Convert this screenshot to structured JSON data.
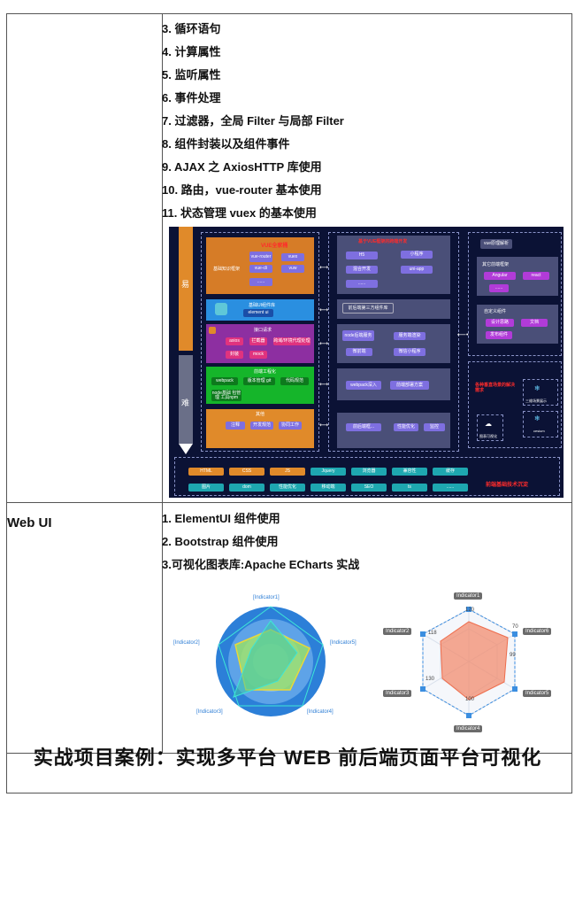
{
  "vue_items": [
    "3. 循环语句",
    "4. 计算属性",
    "5. 监听属性",
    "6. 事件处理",
    "7. 过滤器，全局 Filter 与局部 Filter",
    "8. 组件封装以及组件事件",
    "9. AJAX 之 AxiosHTTP 库使用",
    "10. 路由，vue-router 基本使用",
    "11. 状态管理 vuex 的基本使用"
  ],
  "roadmap": {
    "arrow_easy": "易",
    "arrow_hard": "难",
    "vue_family": "VUE全家桶",
    "vue_basic": "基础知识框架",
    "vue_chips": [
      "vue-router",
      "vuex",
      "vue-cli",
      "vuw",
      "......"
    ],
    "ui_title": "基础UI组件库",
    "ui_chip": "element ui",
    "api_title": "接口请求",
    "api_chips": [
      "axios",
      "拦截器",
      "跨域/环境代理处理",
      "封装",
      "mock"
    ],
    "build_title": "前端工程化",
    "build_chips": [
      "webpack",
      "版本管理 git",
      "代码规范",
      "node基础 包管理 工具npm"
    ],
    "other_title": "其他",
    "other_chips": [
      "注释",
      "开发规范",
      "协同工作"
    ],
    "mid_title": "基于VUE框架的跨端开发",
    "mid_chips": [
      "H5",
      "小程序",
      "混合开发",
      "uni-app",
      "......"
    ],
    "mid_third": "前后端第三方组件库",
    "mid_node": [
      "node后端服务",
      "服务端渲染",
      "微前端",
      "微信小程序"
    ],
    "mid_pack": [
      "webpack深入",
      "前端部署方案"
    ],
    "mid_more": [
      "前后端框...",
      "性能优化",
      "监控"
    ],
    "right_title": "vue原理解析",
    "right_sub1": "其它前端框架",
    "right_chips1": [
      "Angular",
      "react",
      "......"
    ],
    "right_sub2": "自定义组件",
    "right_chips2": [
      "设计思路",
      "文档",
      "发布组件"
    ],
    "right_need": "各种垂直场景的解决需求",
    "right_icons": [
      "图表可视化",
      "三维场景展示",
      "cesium"
    ],
    "foundation": "前端基础技术沉淀",
    "foundation_chips": [
      "HTML",
      "CSS",
      "JS",
      "Jquery",
      "浏览器",
      "兼容性",
      "缓存",
      "图片",
      "dom",
      "性能优化",
      "移动端",
      "SEO",
      "ts",
      "......"
    ]
  },
  "category_webui": "Web UI",
  "webui_items": [
    "1. ElementUI 组件使用",
    "2. Bootstrap 组件使用",
    "3.可视化图表库:Apache ECharts 实战"
  ],
  "radar1": {
    "labels": [
      "[Indicator1]",
      "[Indicator2]",
      "[Indicator3]",
      "[Indicator4]",
      "[Indicator5]"
    ]
  },
  "radar2": {
    "labels": [
      "Indicator1",
      "Indicator2",
      "Indicator3",
      "Indicator4",
      "Indicator5",
      "Indicator6"
    ],
    "values": [
      "120",
      "118",
      "130",
      "100",
      "99",
      "70"
    ]
  },
  "footer": "实战项目案例：实现多平台 WEB 前后端页面平台可视化",
  "colors": {
    "accent_blue": "#2f7fd6",
    "diagram_bg": "#0b1235",
    "orange": "#e08a2a"
  }
}
